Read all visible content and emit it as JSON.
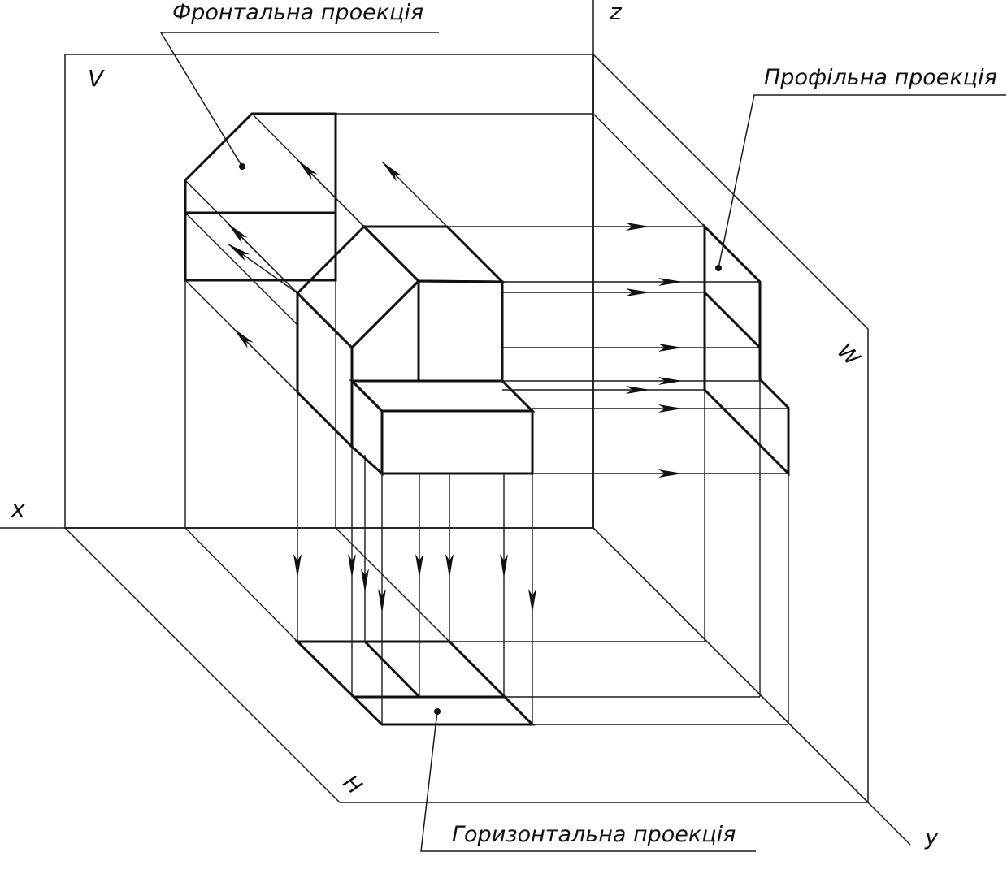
{
  "labels": {
    "frontal": "Фронтальна проекція",
    "profile": "Профільна проекція",
    "horizontal": "Горизонтальна проекція",
    "axis_x": "x",
    "axis_y": "y",
    "axis_z": "z",
    "plane_v": "V",
    "plane_w": "W",
    "plane_h": "H"
  },
  "colors": {
    "fill": "#7a9de0",
    "fill_light": "#93b2ec",
    "fill_dark": "#5f86d6",
    "line": "#1a1a1a"
  }
}
